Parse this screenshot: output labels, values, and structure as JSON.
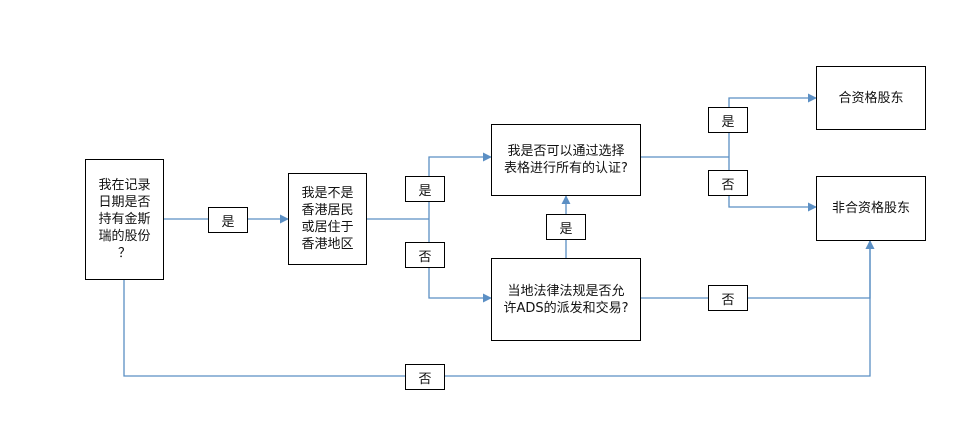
{
  "nodes": {
    "q_holder": "我在记录\n日期是否\n持有金斯\n瑞的股份\n？",
    "q_hk": "我是不是\n香港居民\n或居住于\n香港地区",
    "q_cert": "我是否可以通过选择\n表格进行所有的认证?",
    "q_law": "当地法律法规是否允\n许ADS的派发和交易?",
    "eligible": "合资格股东",
    "ineligible": "非合资格股东"
  },
  "labels": {
    "yes": "是",
    "no": "否"
  },
  "colors": {
    "connector": "#5b8fc4",
    "border": "#000000"
  }
}
